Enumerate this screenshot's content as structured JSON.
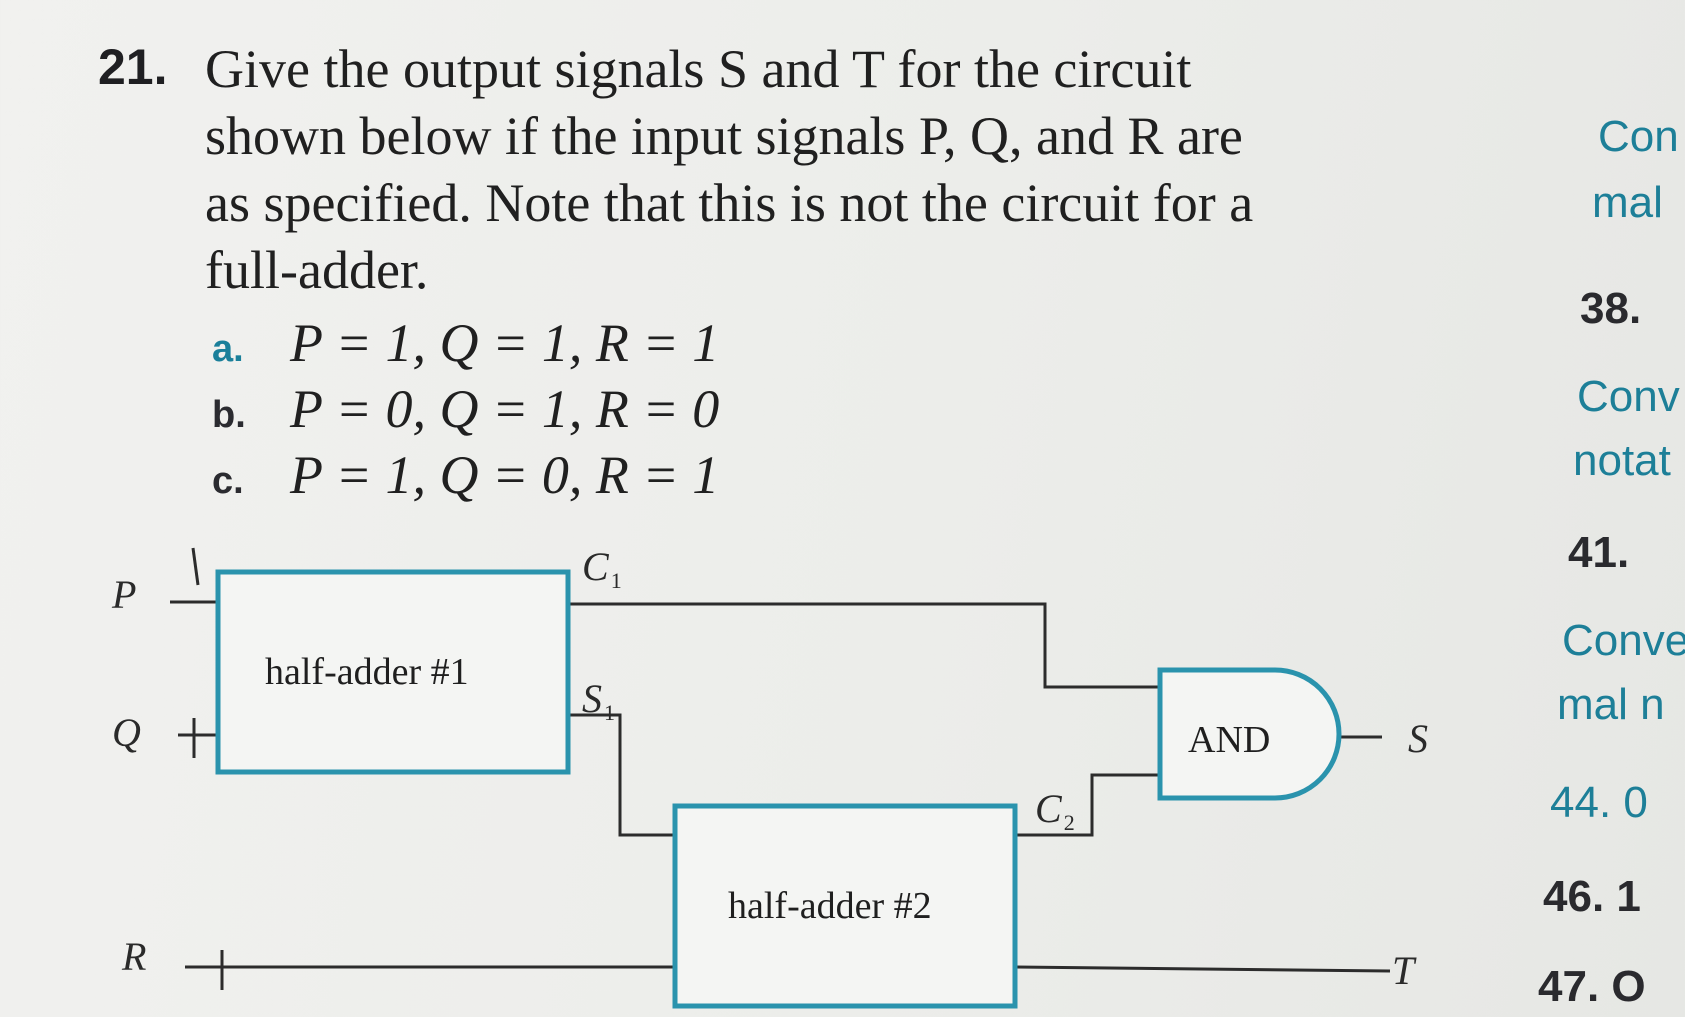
{
  "problem": {
    "number": "21.",
    "lines": [
      "Give the output signals S and T for the circuit",
      "shown below if the input signals P, Q, and R are",
      "as specified. Note that this is not the circuit for a",
      "full-adder."
    ]
  },
  "options": [
    {
      "label": "a.",
      "text": "P = 1, Q = 1, R = 1"
    },
    {
      "label": "b.",
      "text": "P = 0, Q = 1, R = 0"
    },
    {
      "label": "c.",
      "text": "P = 1, Q = 0, R = 1"
    }
  ],
  "circuit": {
    "inputs": {
      "p": "P",
      "q": "Q",
      "r": "R"
    },
    "half_adder_1": "half-adder #1",
    "half_adder_2": "half-adder #2",
    "and_gate": "AND",
    "c1": "C",
    "c1_sub": "1",
    "s1": "S",
    "s1_sub": "1",
    "c2": "C",
    "c2_sub": "2",
    "output_s": "S",
    "output_t": "T"
  },
  "margin_right": {
    "items": [
      {
        "text": "Con",
        "style": "teal"
      },
      {
        "text": "mal",
        "style": "teal"
      },
      {
        "text": "38.",
        "style": "dark"
      },
      {
        "text": "Conv",
        "style": "teal"
      },
      {
        "text": "notat",
        "style": "teal"
      },
      {
        "text": "41.",
        "style": "dark"
      },
      {
        "text": "Conve",
        "style": "teal"
      },
      {
        "text": "mal n",
        "style": "teal"
      },
      {
        "text": "44. 0",
        "style": "teal"
      },
      {
        "text": "46. 1",
        "style": "dark"
      },
      {
        "text": "47. O",
        "style": "dark"
      }
    ]
  }
}
